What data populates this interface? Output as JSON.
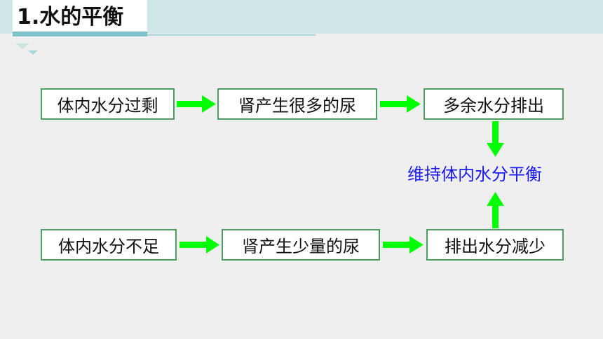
{
  "title": "1.水的平衡",
  "colors": {
    "header_band": "#cfe6e9",
    "accent": "#7ec1c8",
    "box_border": "#4e9e62",
    "arrow": "#00ff00",
    "center_text": "#1a1aee"
  },
  "diagram": {
    "top_row": [
      "体内水分过剩",
      "肾产生很多的尿",
      "多余水分排出"
    ],
    "bottom_row": [
      "体内水分不足",
      "肾产生少量的尿",
      "排出水分减少"
    ],
    "center": "维持体内水分平衡"
  }
}
